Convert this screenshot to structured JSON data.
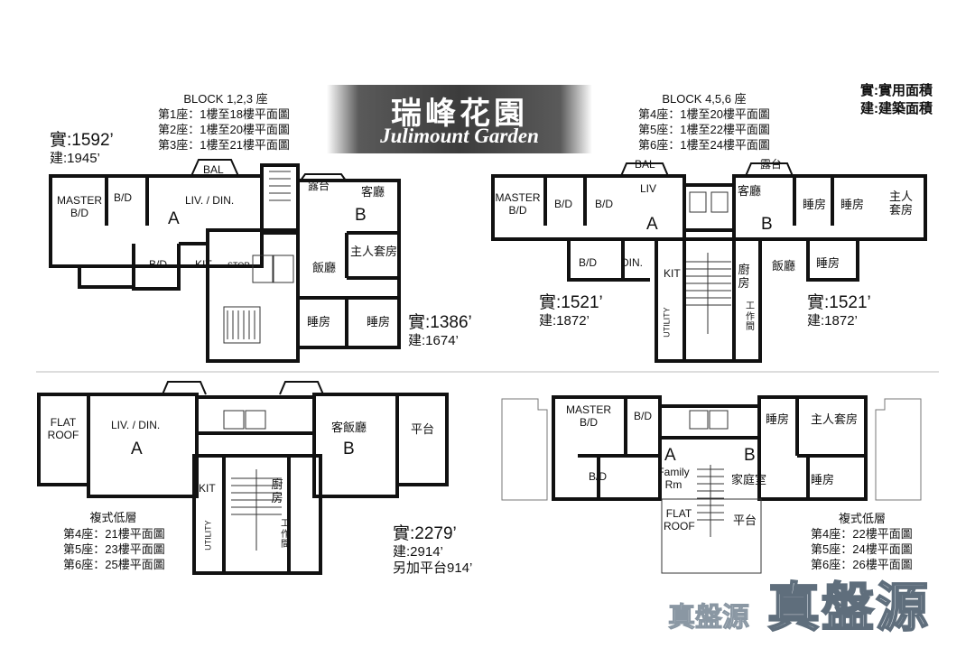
{
  "title": {
    "zh": "瑞峰花園",
    "en": "Julimount Garden"
  },
  "legend": {
    "saleable": "實:實用面積",
    "gross": "建:建築面積"
  },
  "block123": {
    "heading": "BLOCK 1,2,3 座",
    "lines": [
      "第1座：1樓至18樓平面圖",
      "第2座：1樓至20樓平面圖",
      "第3座：1樓至21樓平面圖"
    ],
    "unit_a": {
      "saleable": "實:1592’",
      "gross": "建:1945’",
      "rooms": {
        "bal": "BAL",
        "master": "MASTER\nB/D",
        "bd1": "B/D",
        "bd2": "B/D",
        "liv": "LIV. / DIN.",
        "letter": "A",
        "kit": "KIT",
        "stor": "STOR"
      }
    },
    "unit_b": {
      "saleable": "實:1386’",
      "gross": "建:1674’",
      "rooms": {
        "terrace": "露台",
        "living": "客廳",
        "letter": "B",
        "master": "主人套房",
        "dining": "飯廳",
        "bed1": "睡房",
        "bed2": "睡房"
      }
    }
  },
  "block456": {
    "heading": "BLOCK 4,5,6 座",
    "lines": [
      "第4座：1樓至20樓平面圖",
      "第5座：1樓至22樓平面圖",
      "第6座：1樓至24樓平面圖"
    ],
    "unit_a": {
      "saleable": "實:1521’",
      "gross": "建:1872’",
      "rooms": {
        "bal": "BAL",
        "master": "MASTER\nB/D",
        "bd1": "B/D",
        "bd2": "B/D",
        "bd3": "B/D",
        "liv": "LIV",
        "letter": "A",
        "din": "DIN.",
        "kit": "KIT",
        "utility": "UTILITY"
      }
    },
    "unit_b": {
      "saleable": "實:1521’",
      "gross": "建:1872’",
      "rooms": {
        "terrace": "露台",
        "living": "客廳",
        "letter": "B",
        "bed1": "睡房",
        "bed2": "睡房",
        "master": "主人\n套房",
        "dining": "飯廳",
        "bed3": "睡房",
        "kitchen": "廚\n房",
        "workroom": "工\n作\n間"
      }
    }
  },
  "duplex_lower_left": {
    "heading": "複式低層",
    "lines": [
      "第4座：21樓平面圖",
      "第5座：23樓平面圖",
      "第6座：25樓平面圖"
    ],
    "saleable": "實:2279’",
    "gross": "建:2914’",
    "extra": "另加平台914’",
    "rooms": {
      "flat_roof": "FLAT\nROOF",
      "liv": "LIV. / DIN.",
      "letter_a": "A",
      "kit": "KIT",
      "utility": "UTILITY",
      "kitchen": "廚\n房",
      "workroom": "工\n作\n間",
      "living_dining": "客飯廳",
      "letter_b": "B",
      "terrace": "平台"
    }
  },
  "duplex_lower_right": {
    "heading": "複式低層",
    "lines": [
      "第4座：22樓平面圖",
      "第5座：24樓平面圖",
      "第6座：26樓平面圖"
    ],
    "rooms": {
      "master": "MASTER\nB/D",
      "bd1": "B/D",
      "bd2": "B/D",
      "letter_a": "A",
      "family": "Family\nRm",
      "letter_b": "B",
      "family_zh": "家庭室",
      "bed1": "睡房",
      "master_zh": "主人套房",
      "bed2": "睡房",
      "flat_roof": "FLAT\nROOF",
      "terrace": "平台"
    }
  },
  "watermark": "真盤源"
}
